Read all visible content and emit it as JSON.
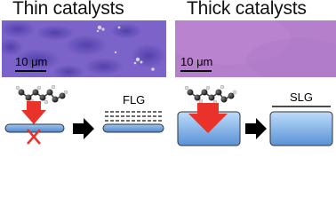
{
  "panels": {
    "left": {
      "title": "Thin catalysts",
      "scale_label": "10 μm",
      "product_label": "FLG"
    },
    "right": {
      "title": "Thick catalysts",
      "scale_label": "10 μm",
      "product_label": "SLG"
    }
  },
  "colors": {
    "micro_left_bg": "#7b63c9",
    "micro_right_bg": "#b57fcc",
    "arrow_red": "#e8322a",
    "cross_red": "#e8322a",
    "catalyst_blue": "#6aa2e0",
    "process_arrow": "#000000"
  }
}
